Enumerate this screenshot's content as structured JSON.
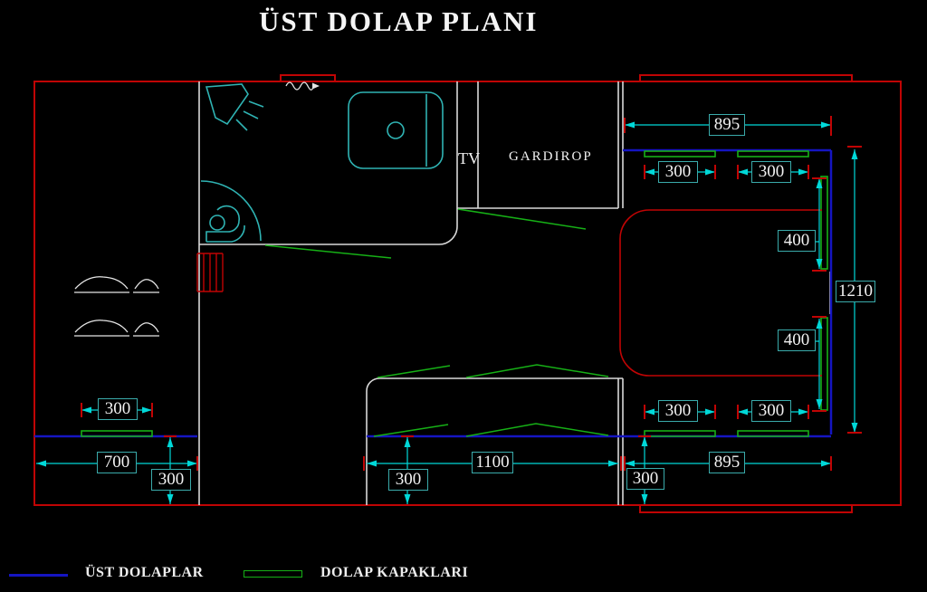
{
  "title": "ÜST DOLAP PLANI",
  "labels": {
    "tv": "TV",
    "gardirop": "GARDIROP"
  },
  "dims": {
    "top_895": "895",
    "top_300_a": "300",
    "top_300_b": "300",
    "right_400_a": "400",
    "right_400_b": "400",
    "right_1210": "1210",
    "bottom_right_300_a": "300",
    "bottom_right_300_b": "300",
    "bottom_895": "895",
    "bottom_right_v300": "300",
    "bottom_1100": "1100",
    "bottom_mid_v300": "300",
    "left_700": "700",
    "bottom_left_v300": "300",
    "left_300": "300"
  },
  "legend": {
    "ust_dolaplar": "ÜST DOLAPLAR",
    "dolap_kapaklari": "DOLAP KAPAKLARI"
  },
  "colors": {
    "background": "#000000",
    "wall_white": "#d9d9d9",
    "outline_red": "#c00404",
    "upper_cabinet_blue": "#1515c2",
    "cabinet_door_green": "#16b016",
    "dimension_cyan": "#00d8d8",
    "fixture_teal": "#2fb3b3",
    "dim_box_border": "#3aabab",
    "text_white": "#f2f2f2"
  }
}
